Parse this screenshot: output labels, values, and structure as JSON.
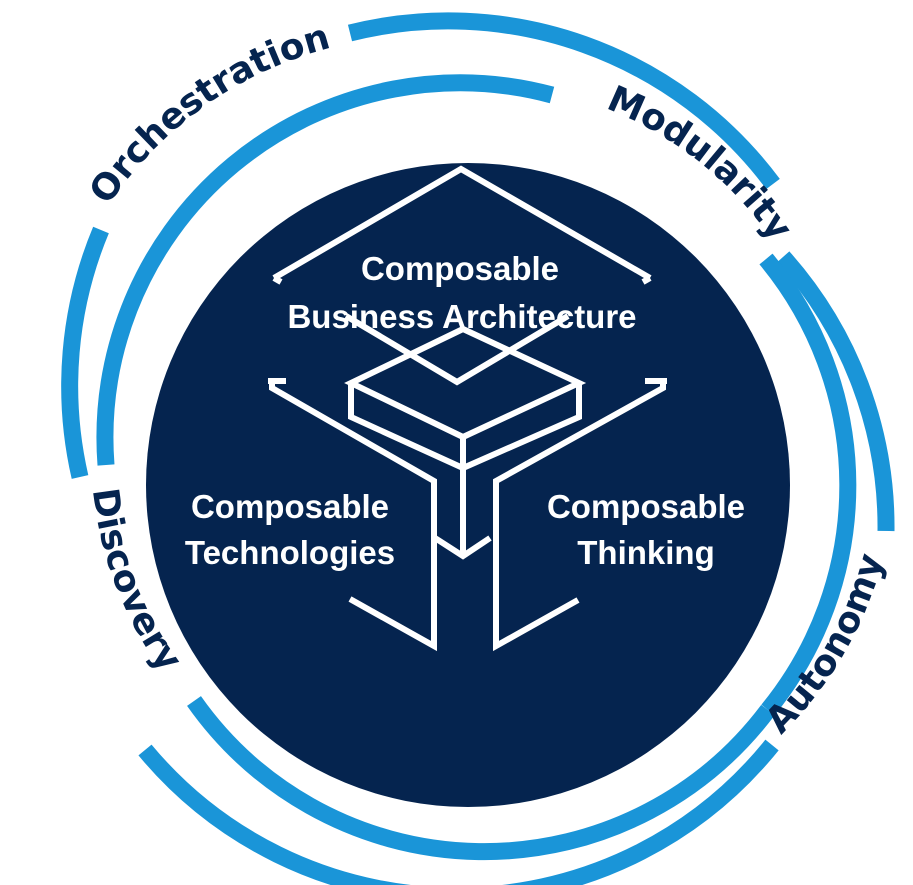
{
  "colors": {
    "ring": "#1A95D8",
    "core": "#05244F",
    "line": "#FFFFFF",
    "text_on_core": "#FFFFFF",
    "ring_text": "#05244F"
  },
  "ring_words": {
    "orchestration": "Orchestration",
    "modularity": "Modularity",
    "autonomy": "Autonomy",
    "discovery": "Discovery"
  },
  "core_labels": {
    "business_architecture": {
      "line1": "Composable",
      "line2": "Business Architecture"
    },
    "technologies": {
      "line1": "Composable",
      "line2": "Technologies"
    },
    "thinking": {
      "line1": "Composable",
      "line2": "Thinking"
    }
  }
}
